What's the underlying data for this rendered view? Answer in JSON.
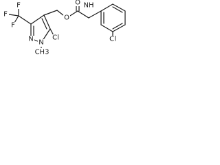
{
  "molecule": {
    "atoms": {
      "f1": "F",
      "f2": "F",
      "f3": "F",
      "n2": "N",
      "n1": "N",
      "cl1": "Cl",
      "methyl": "CH3",
      "o_ether": "O",
      "o_carbonyl": "O",
      "nh": "NH",
      "cl2": "Cl"
    }
  }
}
